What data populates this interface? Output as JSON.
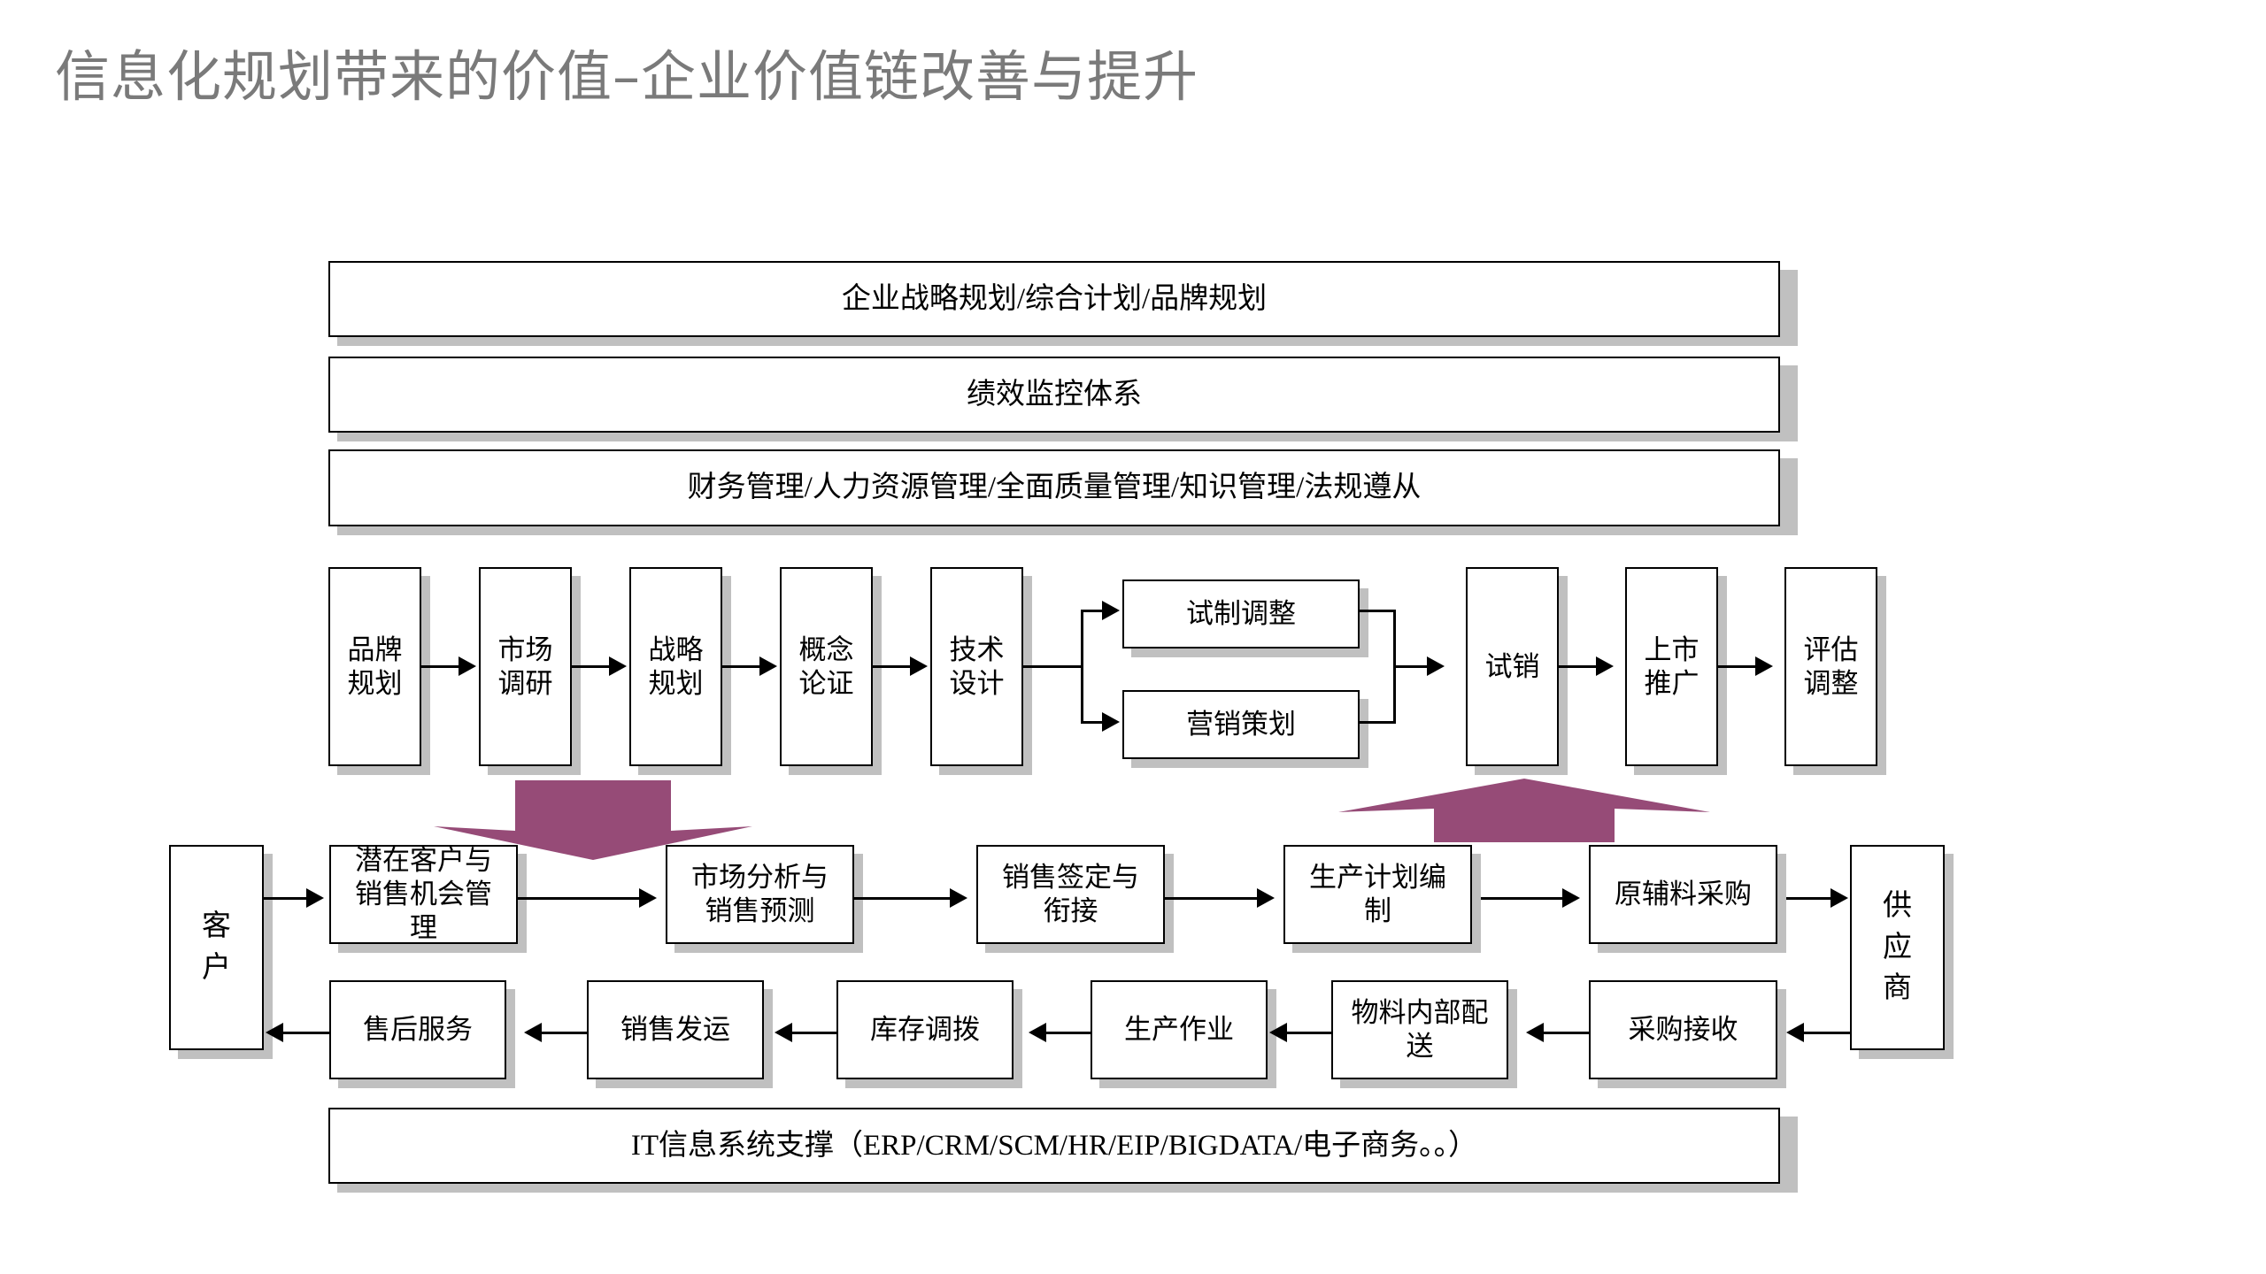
{
  "slide": {
    "title": "信息化规划带来的价值–企业价值链改善与提升",
    "title_color": "#7a7a7a",
    "background": "#ffffff",
    "accent_purple": "#964b77",
    "shadow_color": "#c0c0c0",
    "border_color": "#000000"
  },
  "support_bands": [
    {
      "label": "企业战略规划/综合计划/品牌规划"
    },
    {
      "label": "绩效监控体系"
    },
    {
      "label": "财务管理/人力资源管理/全面质量管理/知识管理/法规遵从"
    }
  ],
  "product_process": {
    "stages": [
      {
        "label": "品牌\n规划"
      },
      {
        "label": "市场\n调研"
      },
      {
        "label": "战略\n规划"
      },
      {
        "label": "概念\n论证"
      },
      {
        "label": "技术\n设计"
      }
    ],
    "parallel_branch": [
      {
        "label": "试制调整"
      },
      {
        "label": "营销策划"
      }
    ],
    "post_stages": [
      {
        "label": "试销"
      },
      {
        "label": "上市\n推广"
      },
      {
        "label": "评估\n调整"
      }
    ]
  },
  "value_chain": {
    "customer": {
      "label": "客\n户"
    },
    "supplier": {
      "label": "供\n应\n商"
    },
    "forward_flow": [
      {
        "label": "潜在客户与\n销售机会管\n理"
      },
      {
        "label": "市场分析与\n销售预测"
      },
      {
        "label": "销售签定与\n衔接"
      },
      {
        "label": "生产计划编\n制"
      },
      {
        "label": "原辅料采购"
      }
    ],
    "return_flow": [
      {
        "label": "售后服务"
      },
      {
        "label": "销售发运"
      },
      {
        "label": "库存调拨"
      },
      {
        "label": "生产作业"
      },
      {
        "label": "物料内部配\n送"
      },
      {
        "label": "采购接收"
      }
    ]
  },
  "it_foundation": {
    "label": "IT信息系统支撑（ERP/CRM/SCM/HR/EIP/BIGDATA/电子商务。。）"
  },
  "connectors": {
    "down_arrow_name": "purple-down-arrow",
    "up_arrow_name": "purple-up-arrow"
  }
}
